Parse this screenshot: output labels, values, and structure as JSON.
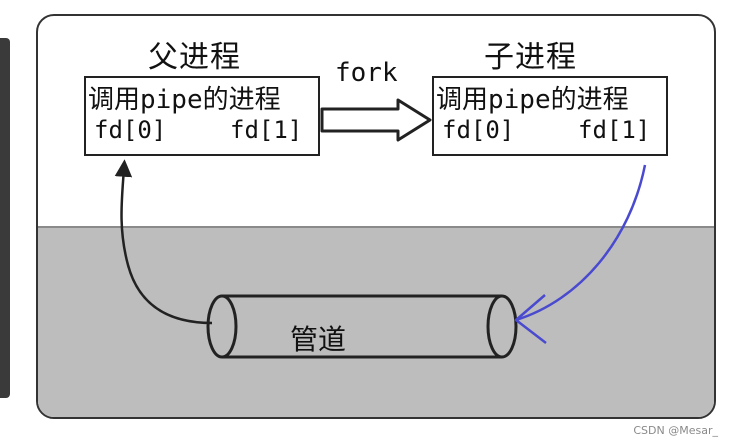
{
  "parent": {
    "title": "父进程",
    "box_label": "调用pipe的进程",
    "fd_read": "fd[0]",
    "fd_write": "fd[1]"
  },
  "child": {
    "title": "子进程",
    "box_label": "调用pipe的进程",
    "fd_read": "fd[0]",
    "fd_write": "fd[1]"
  },
  "fork_label": "fork",
  "pipe_label": "管道",
  "watermark": "CSDN @Mesar_",
  "colors": {
    "ground": "#bdbdbd",
    "child_write_arrow": "#4a4ad0",
    "parent_read_arrow": "#222222"
  }
}
